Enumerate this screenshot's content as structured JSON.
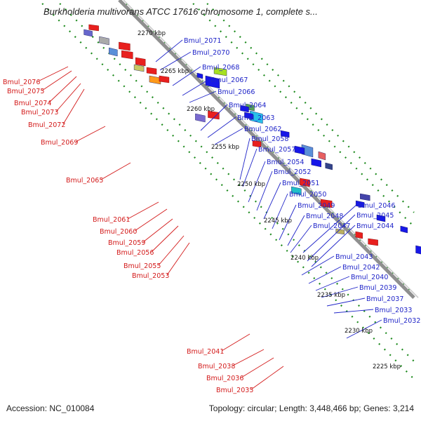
{
  "title": "Burkholderia multivorans ATCC 17616 chromosome 1, complete s...",
  "accession_label": "Accession: NC_010084",
  "topology_label": "Topology: circular; Length: 3,448,466 bp; Genes: 3,214",
  "kbp_marks": [
    "2270 kbp",
    "2265 kbp",
    "2260 kbp",
    "2255 kbp",
    "2250 kbp",
    "2245 kbp",
    "2240 kbp",
    "2235 kbp",
    "2230 kbp",
    "2225 kbp"
  ],
  "left_genes": [
    "Bmul_2076",
    "Bmul_2075",
    "Bmul_2074",
    "Bmul_2073",
    "Bmul_2072",
    "Bmul_2069",
    "Bmul_2065",
    "Bmul_2061",
    "Bmul_2060",
    "Bmul_2059",
    "Bmul_2056",
    "Bmul_2055",
    "Bmul_2053",
    "Bmul_2041",
    "Bmul_2038",
    "Bmul_2036",
    "Bmul_2035"
  ],
  "right_genes": [
    "Bmul_2071",
    "Bmul_2070",
    "Bmul_2068",
    "Bmul_2067",
    "Bmul_2066",
    "Bmul_2064",
    "Bmul_2063",
    "Bmul_2062",
    "Bmul_2058",
    "Bmul_2057",
    "Bmul_2054",
    "Bmul_2052",
    "Bmul_2051",
    "Bmul_2050",
    "Bmul_2049",
    "Bmul_2048",
    "Bmul_2047",
    "Bmul_2046",
    "Bmul_2045",
    "Bmul_2044",
    "Bmul_2043",
    "Bmul_2042",
    "Bmul_2040",
    "Bmul_2039",
    "Bmul_2037",
    "Bmul_2033",
    "Bmul_2032"
  ],
  "colors": {
    "forward_strand": "#e8201e",
    "reverse_strand": "#1717e8",
    "backbone": "#8f8f8f",
    "scale_ticks": "#1d8a1d",
    "left_label": "#d31a1a",
    "right_label": "#1f24c8"
  }
}
